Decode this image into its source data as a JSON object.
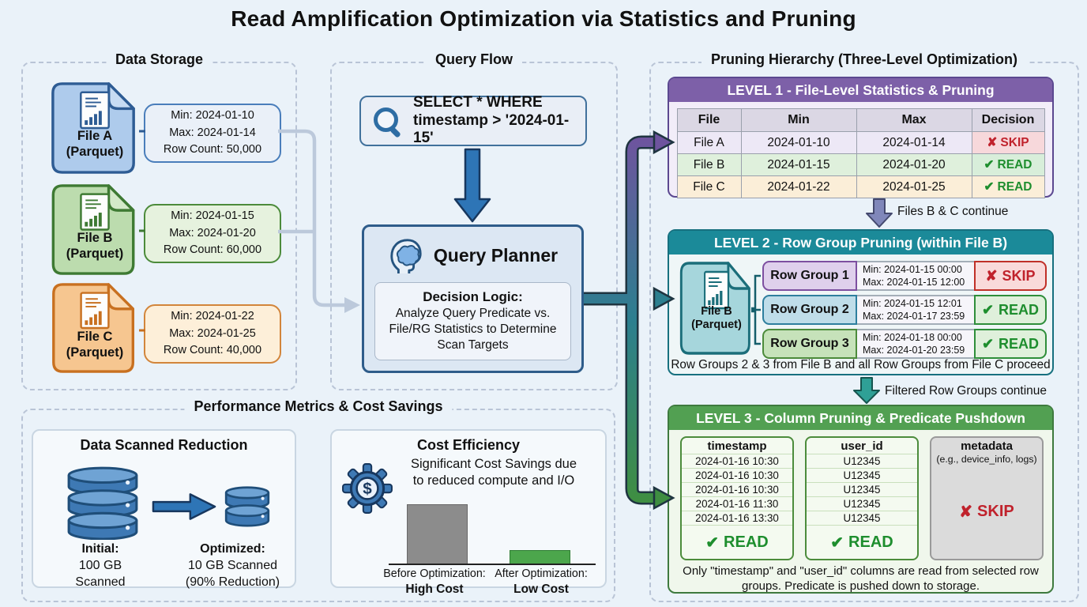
{
  "title": "Read Amplification Optimization via Statistics and Pruning",
  "data_storage": {
    "section_title": "Data Storage",
    "files": [
      {
        "name": "File A",
        "format": "(Parquet)",
        "min": "Min: 2024-01-10",
        "max": "Max: 2024-01-14",
        "rows": "Row Count: 50,000"
      },
      {
        "name": "File B",
        "format": "(Parquet)",
        "min": "Min: 2024-01-15",
        "max": "Max: 2024-01-20",
        "rows": "Row Count: 60,000"
      },
      {
        "name": "File C",
        "format": "(Parquet)",
        "min": "Min: 2024-01-22",
        "max": "Max: 2024-01-25",
        "rows": "Row Count: 40,000"
      }
    ]
  },
  "query_flow": {
    "section_title": "Query Flow",
    "query_line1": "SELECT * WHERE",
    "query_line2": "timestamp > '2024-01-15'",
    "planner_title": "Query Planner",
    "decision_title": "Decision Logic:",
    "decision_line1": "Analyze Query Predicate vs.",
    "decision_line2": "File/RG Statistics to Determine",
    "decision_line3": "Scan Targets"
  },
  "pruning": {
    "section_title": "Pruning Hierarchy (Three-Level Optimization)",
    "level1": {
      "header": "LEVEL 1 - File-Level Statistics & Pruning",
      "columns": [
        "File",
        "Min",
        "Max",
        "Decision"
      ],
      "rows": [
        {
          "file": "File A",
          "min": "2024-01-10",
          "max": "2024-01-14",
          "icon": "✘",
          "decision": "SKIP"
        },
        {
          "file": "File B",
          "min": "2024-01-15",
          "max": "2024-01-20",
          "icon": "✔",
          "decision": "READ"
        },
        {
          "file": "File C",
          "min": "2024-01-22",
          "max": "2024-01-25",
          "icon": "✔",
          "decision": "READ"
        }
      ]
    },
    "arrow1_label": "Files B & C continue",
    "level2": {
      "header": "LEVEL 2 - Row Group Pruning (within File B)",
      "file_name": "File B",
      "file_format": "(Parquet)",
      "rows": [
        {
          "label": "Row Group 1",
          "min": "Min: 2024-01-15 00:00",
          "max": "Max: 2024-01-15 12:00",
          "icon": "✘",
          "decision": "SKIP"
        },
        {
          "label": "Row Group 2",
          "min": "Min: 2024-01-15 12:01",
          "max": "Max: 2024-01-17 23:59",
          "icon": "✔",
          "decision": "READ"
        },
        {
          "label": "Row Group 3",
          "min": "Min: 2024-01-18 00:00",
          "max": "Max: 2024-01-20 23:59",
          "icon": "✔",
          "decision": "READ"
        }
      ],
      "note": "Row Groups 2 & 3 from File B and all Row Groups from File C proceed"
    },
    "arrow2_label": "Filtered Row Groups continue",
    "level3": {
      "header": "LEVEL 3 - Column Pruning & Predicate Pushdown",
      "columns": [
        {
          "name": "timestamp",
          "values": [
            "2024-01-16 10:30",
            "2024-01-16 10:30",
            "2024-01-16 10:30",
            "2024-01-16 11:30",
            "2024-01-16 13:30"
          ],
          "icon": "✔",
          "decision": "READ"
        },
        {
          "name": "user_id",
          "values": [
            "U12345",
            "U12345",
            "U12345",
            "U12345",
            "U12345"
          ],
          "icon": "✔",
          "decision": "READ"
        },
        {
          "name": "metadata",
          "subtitle": "(e.g., device_info, logs)",
          "icon": "✘",
          "decision": "SKIP"
        }
      ],
      "note_line1": "Only \"timestamp\" and \"user_id\" columns are read from selected row",
      "note_line2": "groups. Predicate is pushed down to storage."
    }
  },
  "performance": {
    "section_title": "Performance Metrics & Cost Savings",
    "scan_card": {
      "title": "Data Scanned Reduction",
      "initial_label": "Initial:",
      "initial_line1": "100 GB",
      "initial_line2": "Scanned",
      "optimized_label": "Optimized:",
      "optimized_line1": "10 GB Scanned",
      "optimized_line2": "(90% Reduction)"
    },
    "cost_card": {
      "title": "Cost Efficiency",
      "subtitle_line1": "Significant Cost Savings due",
      "subtitle_line2": "to reduced compute and I/O",
      "before_label": "Before Optimization:",
      "before_value": "High Cost",
      "after_label": "After Optimization:",
      "after_value": "Low Cost"
    }
  },
  "colors": {
    "accent_blue": "#2E75B6",
    "level1_purple": "#7D60A8",
    "level2_teal": "#1B8A99",
    "level3_green": "#52A052",
    "skip_red": "#C0222C",
    "read_green": "#1E8E2E"
  }
}
